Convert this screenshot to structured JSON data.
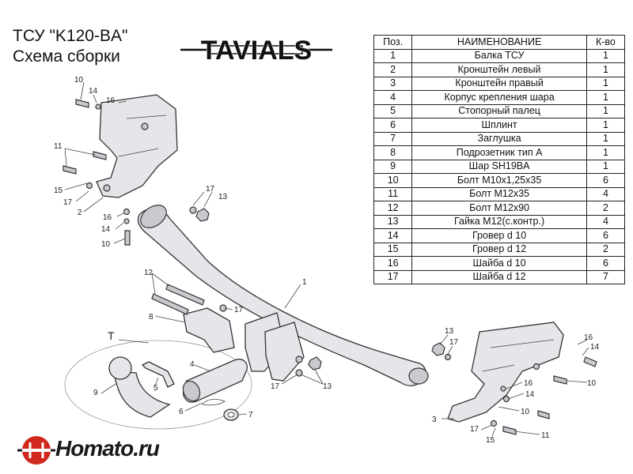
{
  "header": {
    "line1": "ТСУ  \"K120-BA\"",
    "line2": "Схема сборки",
    "brand": "TAVIALS"
  },
  "table": {
    "columns": [
      "Поз.",
      "НАИМЕНОВАНИЕ",
      "К-во"
    ],
    "rows": [
      [
        "1",
        "Балка ТСУ",
        "1"
      ],
      [
        "2",
        "Кронштейн левый",
        "1"
      ],
      [
        "3",
        "Кронштейн правый",
        "1"
      ],
      [
        "4",
        "Корпус крепления шара",
        "1"
      ],
      [
        "5",
        "Стопорный палец",
        "1"
      ],
      [
        "6",
        "Шплинт",
        "1"
      ],
      [
        "7",
        "Заглушка",
        "1"
      ],
      [
        "8",
        "Подрозетник тип А",
        "1"
      ],
      [
        "9",
        "Шар SH19BA",
        "1"
      ],
      [
        "10",
        "Болт М10х1,25х35",
        "6"
      ],
      [
        "11",
        "Болт М12х35",
        "4"
      ],
      [
        "12",
        "Болт М12х90",
        "2"
      ],
      [
        "13",
        "Гайка М12(с.контр.)",
        "4"
      ],
      [
        "14",
        "Гровер d 10",
        "6"
      ],
      [
        "15",
        "Гровер d 12",
        "2"
      ],
      [
        "16",
        "Шайба d 10",
        "6"
      ],
      [
        "17",
        "Шайба d 12",
        "7"
      ]
    ]
  },
  "diagram": {
    "labels": {
      "p1": "1",
      "p2": "2",
      "p3": "3",
      "p4": "4",
      "p5": "5",
      "p6": "6",
      "p7": "7",
      "p8": "8",
      "p9": "9",
      "p10": "10",
      "p11": "11",
      "p12": "12",
      "p13": "13",
      "p14": "14",
      "p15": "15",
      "p16": "16",
      "p17": "17",
      "t": "T"
    }
  },
  "footer": {
    "logo_text": "Homato.ru"
  },
  "colors": {
    "part_fill": "#e6e6ea",
    "outline": "#333333",
    "logo_red": "#d0281c"
  }
}
